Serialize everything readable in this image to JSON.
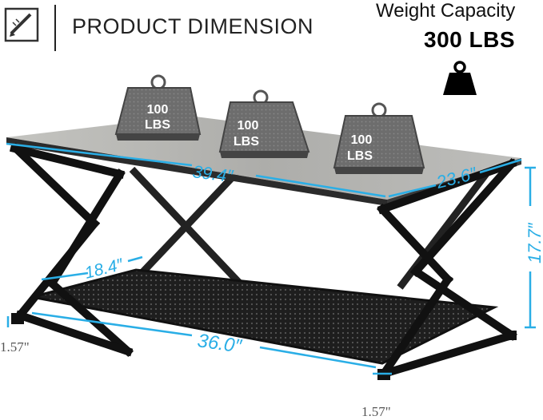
{
  "header": {
    "title": "PRODUCT DIMENSION",
    "icon": "ruler-pencil-icon"
  },
  "capacity": {
    "label": "Weight Capacity",
    "value": "300 LBS",
    "icon": "weight-icon"
  },
  "weights": [
    {
      "label_top": "100",
      "label_bottom": "LBS"
    },
    {
      "label_top": "100",
      "label_bottom": "LBS"
    },
    {
      "label_top": "100",
      "label_bottom": "LBS"
    }
  ],
  "dimensions": {
    "length": "39.4″",
    "width": "23.6″",
    "height": "17.7″",
    "shelf_depth": "18.4″",
    "shelf_length": "36.0″",
    "foot_left": "1.57\"",
    "foot_right": "1.57\""
  },
  "colors": {
    "accent": "#2aaee6",
    "frame": "#1b1b1b",
    "tabletop": "#b9b9b5",
    "weight": "#6e6e6e"
  }
}
